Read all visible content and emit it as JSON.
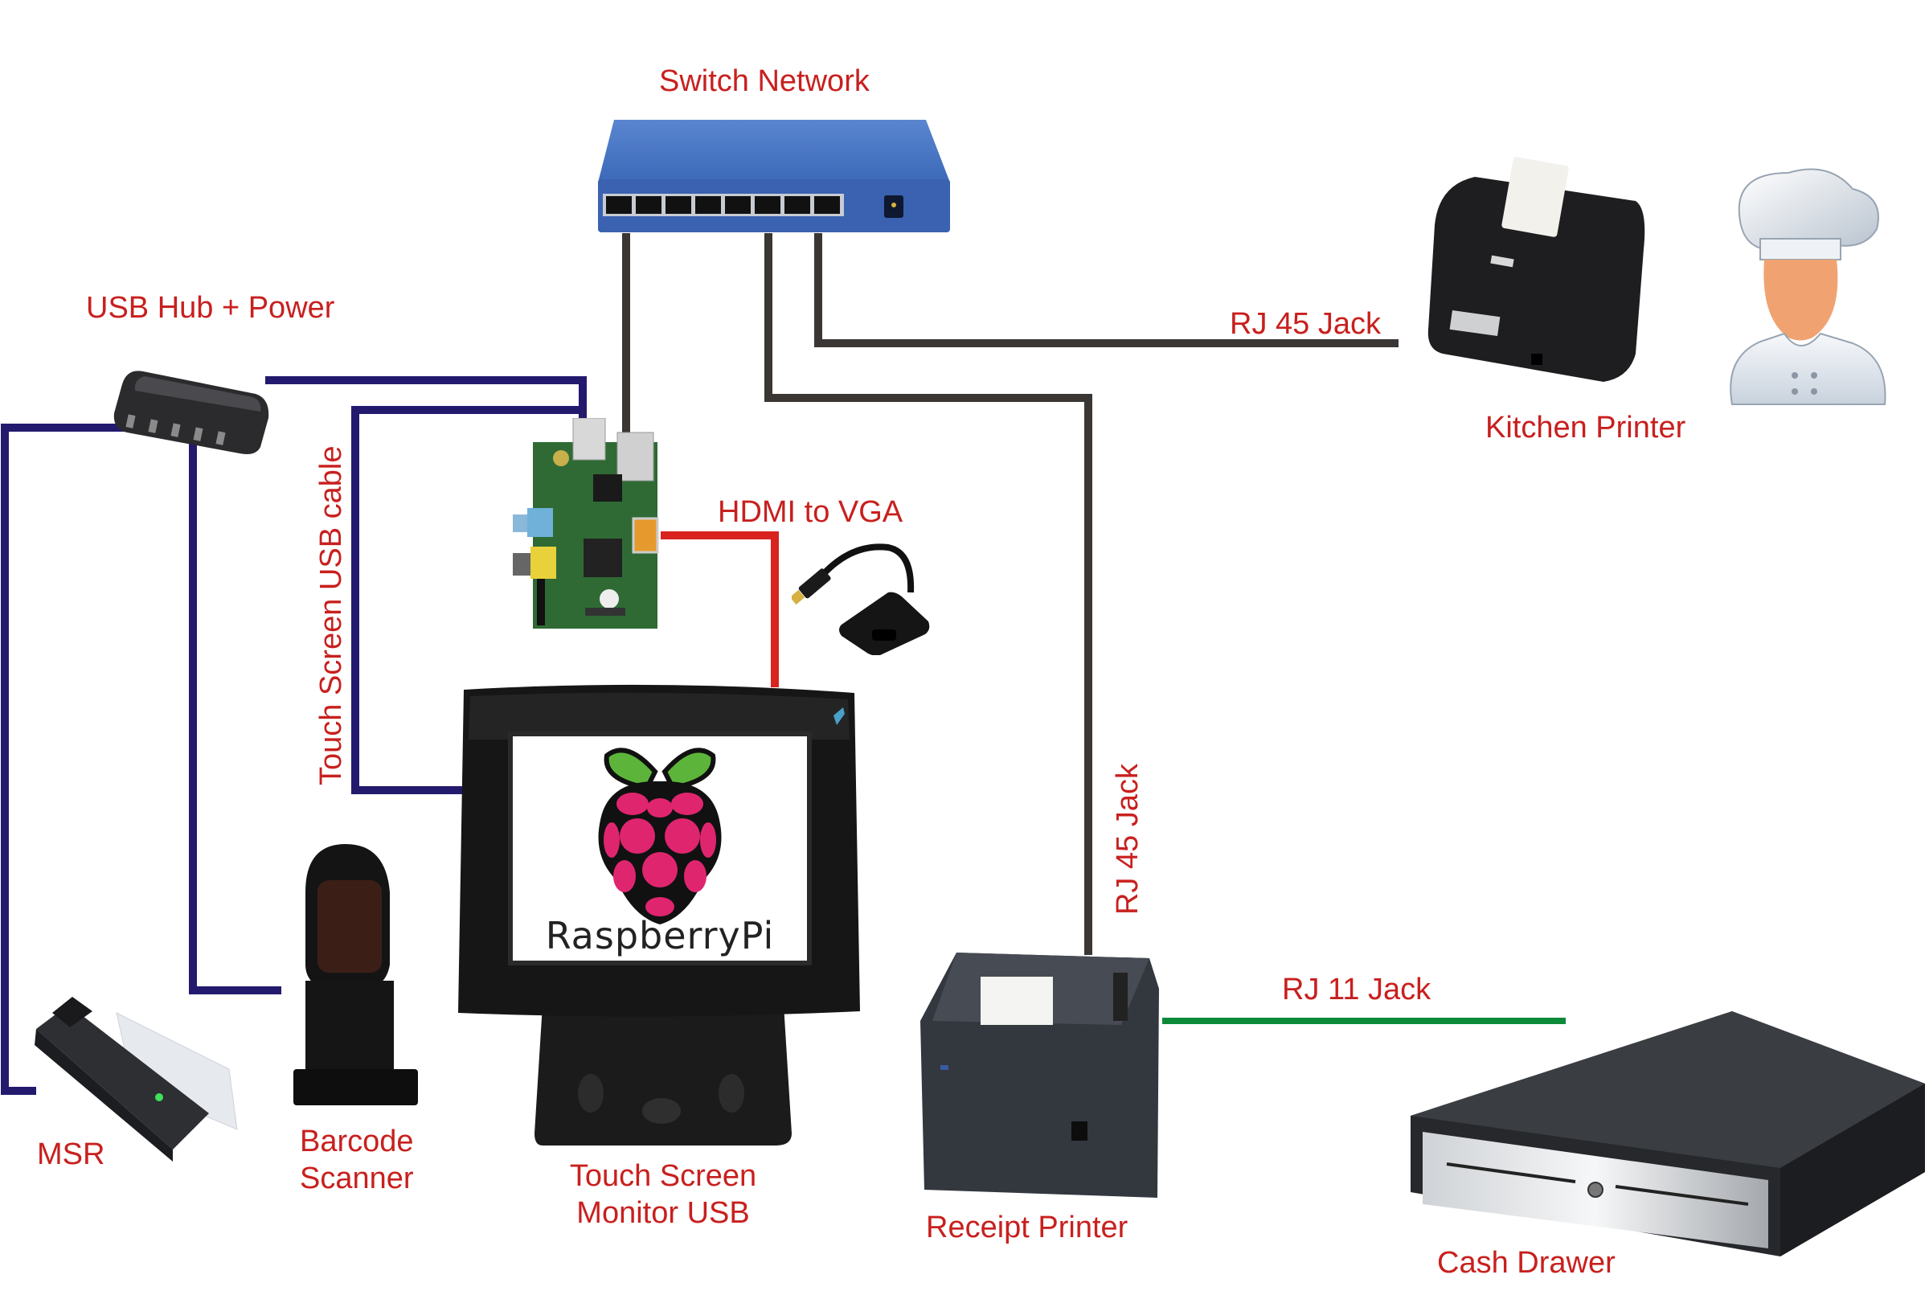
{
  "title": "Raspberry Pi POS system wiring diagram",
  "colors": {
    "label": "#c8201e",
    "usb_cable": "#231a6e",
    "ethernet_cable": "#3a3634",
    "hdmi_cable": "#d8231f",
    "rj11_cable": "#0c8a3a",
    "switch_body": "#3e6ec0",
    "raspberry_pink": "#e0256f",
    "raspberry_leaf": "#5cb53a"
  },
  "labels": {
    "switch": "Switch Network",
    "usb_hub": "USB Hub + Power",
    "touch_usb_cable": "Touch Screen USB cable",
    "hdmi_vga": "HDMI to VGA",
    "rj45_kitchen": "RJ 45 Jack",
    "kitchen_printer": "Kitchen Printer",
    "rj45_receipt": "RJ 45 Jack",
    "rj11": "RJ 11 Jack",
    "msr": "MSR",
    "barcode_line1": "Barcode",
    "barcode_line2": "Scanner",
    "monitor_line1": "Touch Screen",
    "monitor_line2": "Monitor USB",
    "receipt_printer": "Receipt Printer",
    "cash_drawer": "Cash Drawer"
  },
  "screen": {
    "logo_text": "RaspberryPi"
  },
  "devices": [
    {
      "id": "switch",
      "icon": "network-switch-icon",
      "ports": 8
    },
    {
      "id": "usb-hub",
      "icon": "usb-hub-icon",
      "ports": 5
    },
    {
      "id": "raspberry-pi",
      "icon": "raspberry-pi-board-icon"
    },
    {
      "id": "hdmi-vga-adapter",
      "icon": "hdmi-vga-adapter-icon"
    },
    {
      "id": "touch-monitor",
      "icon": "touch-monitor-icon"
    },
    {
      "id": "barcode-scanner",
      "icon": "barcode-scanner-icon"
    },
    {
      "id": "msr",
      "icon": "card-reader-icon"
    },
    {
      "id": "receipt-printer",
      "icon": "receipt-printer-icon"
    },
    {
      "id": "kitchen-printer",
      "icon": "kitchen-printer-icon"
    },
    {
      "id": "chef",
      "icon": "chef-icon"
    },
    {
      "id": "cash-drawer",
      "icon": "cash-drawer-icon"
    }
  ],
  "connections": [
    {
      "from": "usb-hub",
      "to": "raspberry-pi",
      "type": "usb"
    },
    {
      "from": "raspberry-pi",
      "to": "touch-monitor",
      "type": "usb",
      "label_key": "touch_usb_cable"
    },
    {
      "from": "usb-hub",
      "to": "msr",
      "type": "usb"
    },
    {
      "from": "usb-hub",
      "to": "barcode-scanner",
      "type": "usb"
    },
    {
      "from": "switch",
      "to": "raspberry-pi",
      "type": "ethernet"
    },
    {
      "from": "switch",
      "to": "kitchen-printer",
      "type": "ethernet",
      "label_key": "rj45_kitchen"
    },
    {
      "from": "switch",
      "to": "receipt-printer",
      "type": "ethernet",
      "label_key": "rj45_receipt"
    },
    {
      "from": "raspberry-pi",
      "to": "touch-monitor",
      "type": "hdmi",
      "label_key": "hdmi_vga"
    },
    {
      "from": "receipt-printer",
      "to": "cash-drawer",
      "type": "rj11",
      "label_key": "rj11"
    }
  ]
}
